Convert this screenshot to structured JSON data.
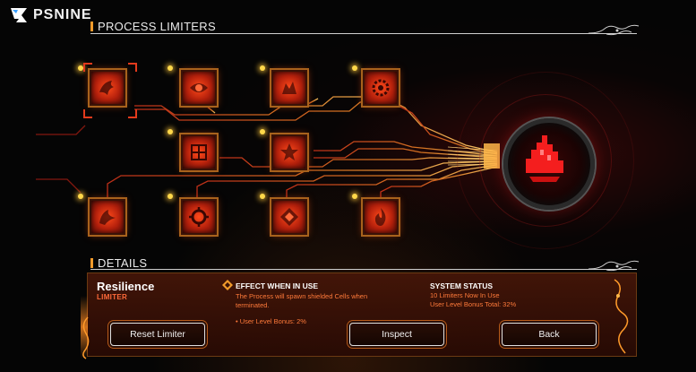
{
  "logo": {
    "text": "PSNINE"
  },
  "limiters_section": {
    "title": "PROCESS LIMITERS"
  },
  "details_section": {
    "title": "DETAILS"
  },
  "selected_item": {
    "name": "Resilience",
    "type": "LIMITER"
  },
  "effect": {
    "title": "EFFECT WHEN IN USE",
    "description": "The Process will spawn shielded Cells when terminated.",
    "bonus": "• User Level Bonus: 2%"
  },
  "system_status": {
    "title": "SYSTEM STATUS",
    "limiters_in_use": "10 Limiters Now In Use",
    "bonus_total": "User Level Bonus Total: 32%"
  },
  "buttons": {
    "reset": "Reset Limiter",
    "inspect": "Inspect",
    "back": "Back"
  },
  "nodes": [
    {
      "id": "r1c1",
      "icon": "bird-icon",
      "selected": true
    },
    {
      "id": "r1c2",
      "icon": "eye-icon",
      "selected": false
    },
    {
      "id": "r1c3",
      "icon": "dragon-icon",
      "selected": false
    },
    {
      "id": "r1c4",
      "icon": "cog-icon",
      "selected": false
    },
    {
      "id": "r2c2",
      "icon": "grid-icon",
      "selected": false
    },
    {
      "id": "r2c3",
      "icon": "star-icon",
      "selected": false
    },
    {
      "id": "r3c1",
      "icon": "wing-icon",
      "selected": false
    },
    {
      "id": "r3c2",
      "icon": "gear-icon",
      "selected": false
    },
    {
      "id": "r3c3",
      "icon": "diamond-icon",
      "selected": false
    },
    {
      "id": "r3c4",
      "icon": "flame-icon",
      "selected": false
    }
  ],
  "colors": {
    "accent": "#f29b2b",
    "node_red": "#d4260f",
    "text_orange": "#ff7a3a",
    "core_red": "#ff1a1a"
  }
}
